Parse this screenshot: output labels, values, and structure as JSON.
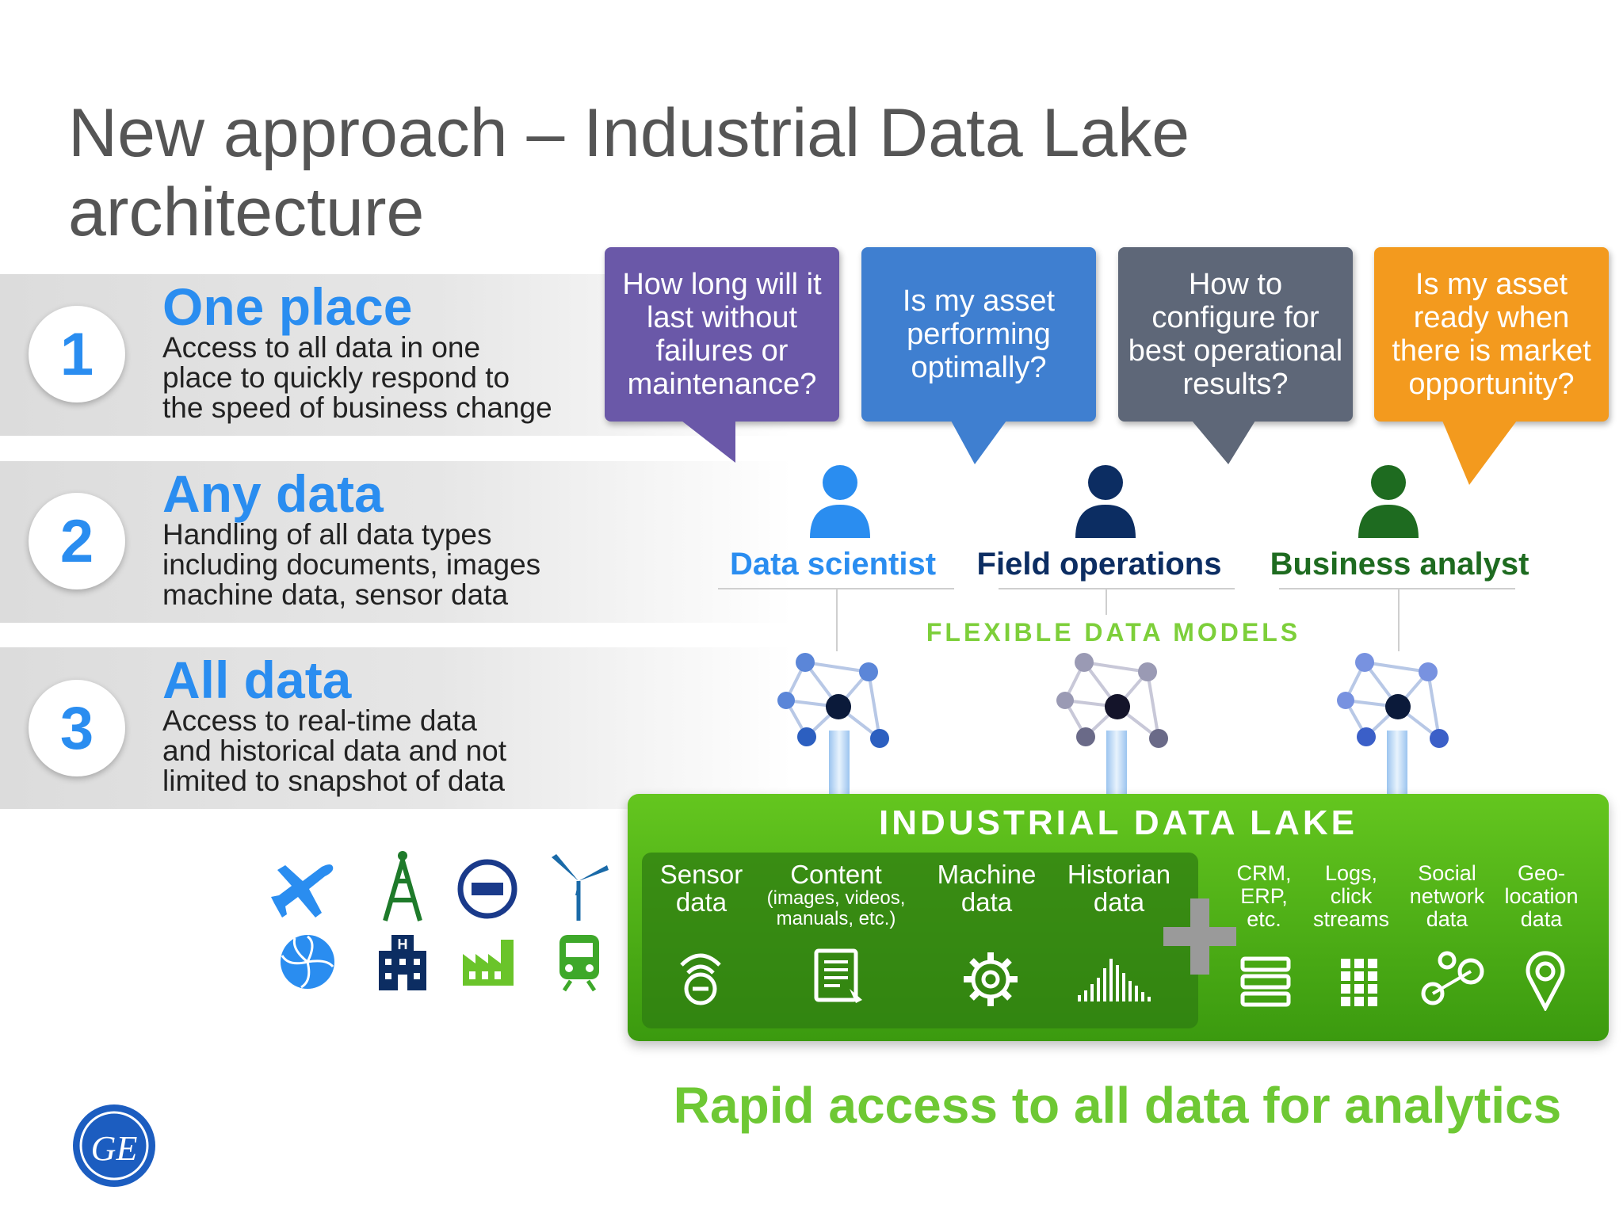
{
  "slide": {
    "title_line1": "New approach – Industrial Data Lake",
    "title_line2": "architecture"
  },
  "points": [
    {
      "number": "1",
      "heading": "One place",
      "line1": "Access to all data in one",
      "line2": "place to quickly respond to",
      "line3": "the speed of business change"
    },
    {
      "number": "2",
      "heading": "Any data",
      "line1": "Handling of all data types",
      "line2": "including documents, images",
      "line3": "machine data, sensor data"
    },
    {
      "number": "3",
      "heading": "All data",
      "line1": "Access to real-time data",
      "line2": "and historical data and not",
      "line3": "limited to snapshot of data"
    }
  ],
  "questions": [
    {
      "text": "How long will it last without failures or maintenance?",
      "color": "#6a58a8"
    },
    {
      "text": "Is my asset performing optimally?",
      "color": "#3f7fd0"
    },
    {
      "text": "How to configure for best operational results?",
      "color": "#5e6778"
    },
    {
      "text": "Is my asset ready when there is market opportunity?",
      "color": "#f39a1e"
    }
  ],
  "personas": [
    {
      "label": "Data scientist",
      "color": "#2a8df0",
      "icon": "person-icon"
    },
    {
      "label": "Field operations",
      "color": "#0c2d62",
      "icon": "person-icon"
    },
    {
      "label": "Business analyst",
      "color": "#1e6b20",
      "icon": "person-icon"
    }
  ],
  "models_label": "FLEXIBLE DATA MODELS",
  "lake": {
    "title": "INDUSTRIAL DATA LAKE",
    "primary_sources": [
      {
        "label": "Sensor data",
        "sub": "",
        "icon": "sensor-icon"
      },
      {
        "label": "Content",
        "sub": "(images, videos, manuals, etc.)",
        "icon": "document-icon"
      },
      {
        "label": "Machine data",
        "sub": "",
        "icon": "gear-icon"
      },
      {
        "label": "Historian data",
        "sub": "",
        "icon": "waveform-icon"
      }
    ],
    "plus": "+",
    "secondary_sources": [
      {
        "label": "CRM, ERP, etc.",
        "icon": "server-icon"
      },
      {
        "label": "Logs, click streams",
        "icon": "grid-icon"
      },
      {
        "label": "Social network data",
        "icon": "network-icon"
      },
      {
        "label": "Geo-location data",
        "icon": "location-pin-icon"
      }
    ]
  },
  "industries": [
    "airplane-icon",
    "oil-rig-icon",
    "meter-icon",
    "wind-turbine-icon",
    "turbine-fan-icon",
    "hospital-icon",
    "factory-icon",
    "train-icon"
  ],
  "tagline": "Rapid access to all data for analytics",
  "logo": "GE"
}
